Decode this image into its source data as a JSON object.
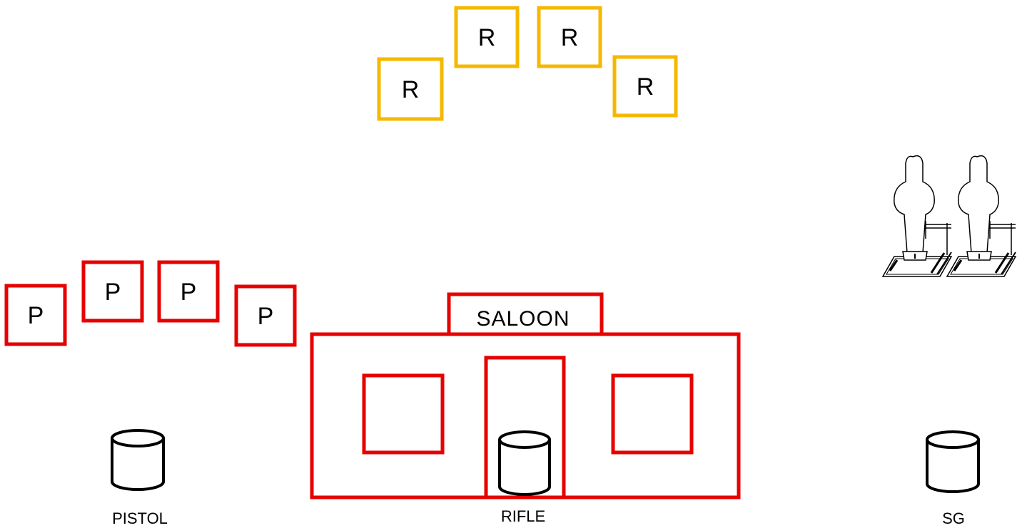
{
  "colors": {
    "rifle_target": "#F5B800",
    "pistol_target": "#E60000",
    "saloon": "#E60000",
    "ink": "#000000",
    "background": "#FFFFFF"
  },
  "rifle_targets": [
    {
      "label": "R"
    },
    {
      "label": "R"
    },
    {
      "label": "R"
    },
    {
      "label": "R"
    }
  ],
  "pistol_targets": [
    {
      "label": "P"
    },
    {
      "label": "P"
    },
    {
      "label": "P"
    },
    {
      "label": "P"
    }
  ],
  "saloon": {
    "sign": "SALOON"
  },
  "stations": [
    {
      "label": "PISTOL"
    },
    {
      "label": "RIFLE"
    },
    {
      "label": "SG"
    }
  ],
  "shotgun_targets": {
    "icon": "knockdown-silhouette-icon",
    "count": 2
  }
}
